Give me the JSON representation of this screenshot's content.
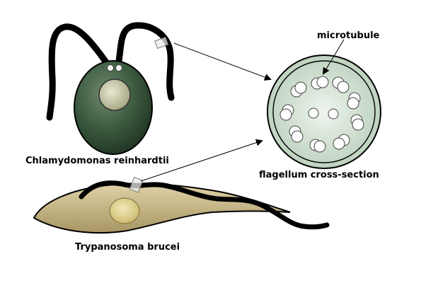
{
  "labels": {
    "chlamydomonas": "Chlamydomonas reinhardtii",
    "trypanosoma": "Trypanosoma brucei",
    "cross_section": "flagellum cross-section",
    "microtubule": "microtubule"
  },
  "colors": {
    "chlamy_body": "#2f4a33",
    "chlamy_nucleus": "#c8c8a8",
    "tryp_body": "#c9b78a",
    "tryp_nucleus": "#e4d598",
    "cross_section_fill": "#d8e6d8",
    "flagellum": "#000000"
  }
}
